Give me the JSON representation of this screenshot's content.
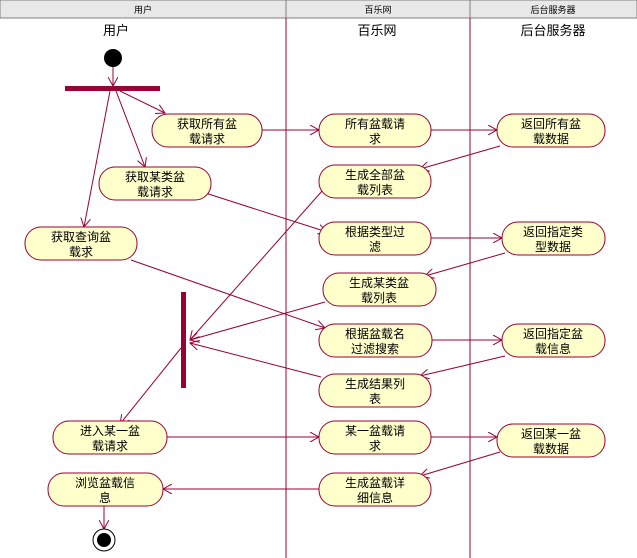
{
  "headers": [
    "用户",
    "百乐网",
    "后台服务器"
  ],
  "lanes": [
    "用户",
    "百乐网",
    "后台服务器"
  ],
  "activities": {
    "get_all_request": [
      "获取所有盆",
      "载请求"
    ],
    "get_category_request": [
      "获取某类盆",
      "载请求"
    ],
    "get_query_request": [
      "获取查询盆",
      "载求"
    ],
    "enter_one_request": [
      "进入某一盆",
      "载请求"
    ],
    "browse_info": [
      "浏览盆载信",
      "息"
    ],
    "all_request": [
      "所有盆载请",
      "求"
    ],
    "generate_all_list": [
      "生成全部盆",
      "载列表"
    ],
    "filter_by_category": [
      "根据类型过",
      "滤"
    ],
    "generate_category_list": [
      "生成某类盆",
      "载列表"
    ],
    "filter_by_name": [
      "根据盆载名",
      "过滤搜索"
    ],
    "generate_result_list": [
      "生成结果列",
      "表"
    ],
    "one_request": [
      "某一盆载请",
      "求"
    ],
    "generate_detail": [
      "生成盆载详",
      "细信息"
    ],
    "return_all": [
      "返回所有盆",
      "载数据"
    ],
    "return_category": [
      "返回指定类",
      "型数据"
    ],
    "return_one_info": [
      "返回指定盆",
      "载信息"
    ],
    "return_one_data": [
      "返回某一盆",
      "载数据"
    ]
  },
  "colors": {
    "node_fill": "#ffffcc",
    "edge": "#990033",
    "bar": "#990033",
    "header_bg": "#e8e8e8"
  }
}
